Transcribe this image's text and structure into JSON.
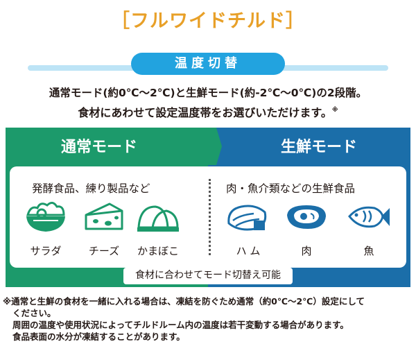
{
  "heading": "［フルワイドチルド］",
  "pill": "温度切替",
  "description": {
    "line1": "通常モード(約0℃〜2℃)と生鮮モード(約-2℃〜0℃)の2段階。",
    "line2": "食材にあわせて設定温度帯をお選びいただけます。",
    "line2_mark": "※"
  },
  "normal_mode": {
    "label": "通常モード",
    "subtitle": "発酵食品、練り製品など",
    "foods": [
      {
        "label": "サラダ",
        "icon": "salad-icon"
      },
      {
        "label": "チーズ",
        "icon": "cheese-icon"
      },
      {
        "label": "かまぼこ",
        "icon": "kamaboko-icon"
      }
    ]
  },
  "fresh_mode": {
    "label": "生鮮モード",
    "subtitle": "肉・魚介類などの生鮮食品",
    "foods": [
      {
        "label": "ハ ム",
        "icon": "ham-icon"
      },
      {
        "label": "肉",
        "icon": "meat-icon"
      },
      {
        "label": "魚",
        "icon": "fish-icon"
      }
    ]
  },
  "switch_note": "食材に合わせてモード切替え可能",
  "footnotes": [
    "※通常と生鮮の食材を一緒に入れる場合は、凍結を防ぐため通常（約0℃〜2℃）設定にして",
    "ください。",
    "周囲の温度や使用状況によってチルドルーム内の温度は若干変動する場合があります。",
    "食品表面の水分が凍結することがあります。"
  ],
  "colors": {
    "heading": "#e8a028",
    "pill": "#22a3df",
    "normal_mode": "#1c9a6b",
    "fresh_mode": "#1b6ea9",
    "icon_green": "#1c9a6b",
    "icon_blue": "#1b6ea9"
  }
}
